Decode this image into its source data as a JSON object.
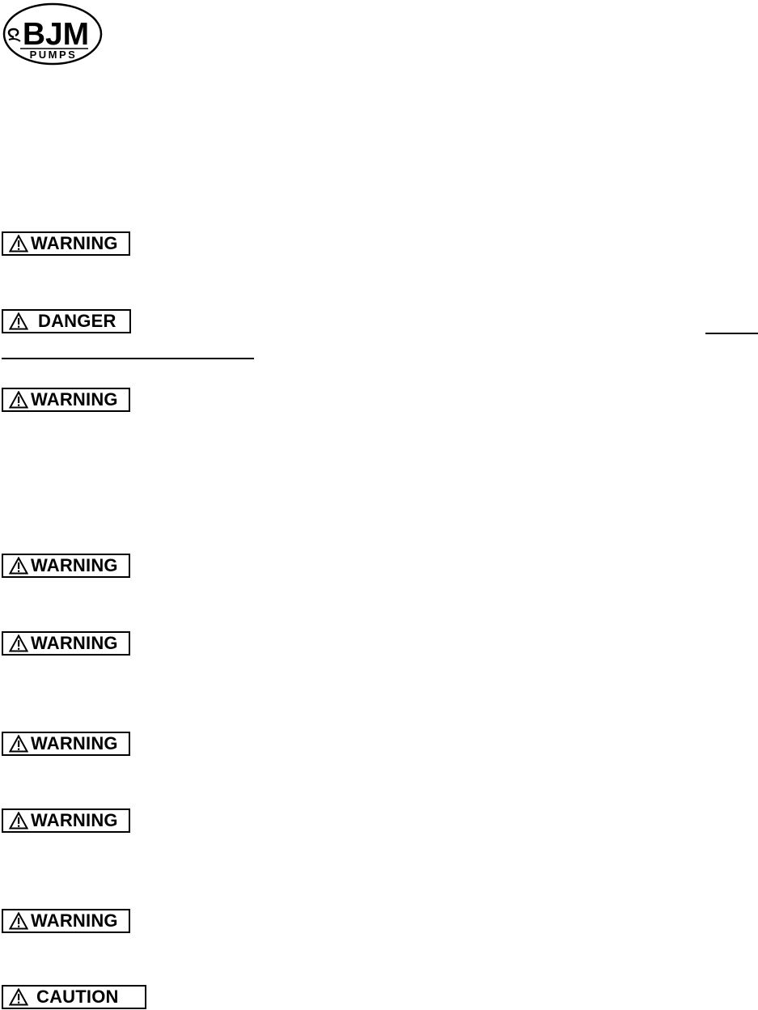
{
  "logo": {
    "top_text": "BJM",
    "bottom_text": "PUMPS"
  },
  "labels": [
    {
      "text": "WARNING"
    },
    {
      "text": "DANGER"
    },
    {
      "text": "WARNING"
    },
    {
      "text": "WARNING"
    },
    {
      "text": "WARNING"
    },
    {
      "text": "WARNING"
    },
    {
      "text": "WARNING"
    },
    {
      "text": "WARNING"
    },
    {
      "text": "CAUTION"
    }
  ]
}
